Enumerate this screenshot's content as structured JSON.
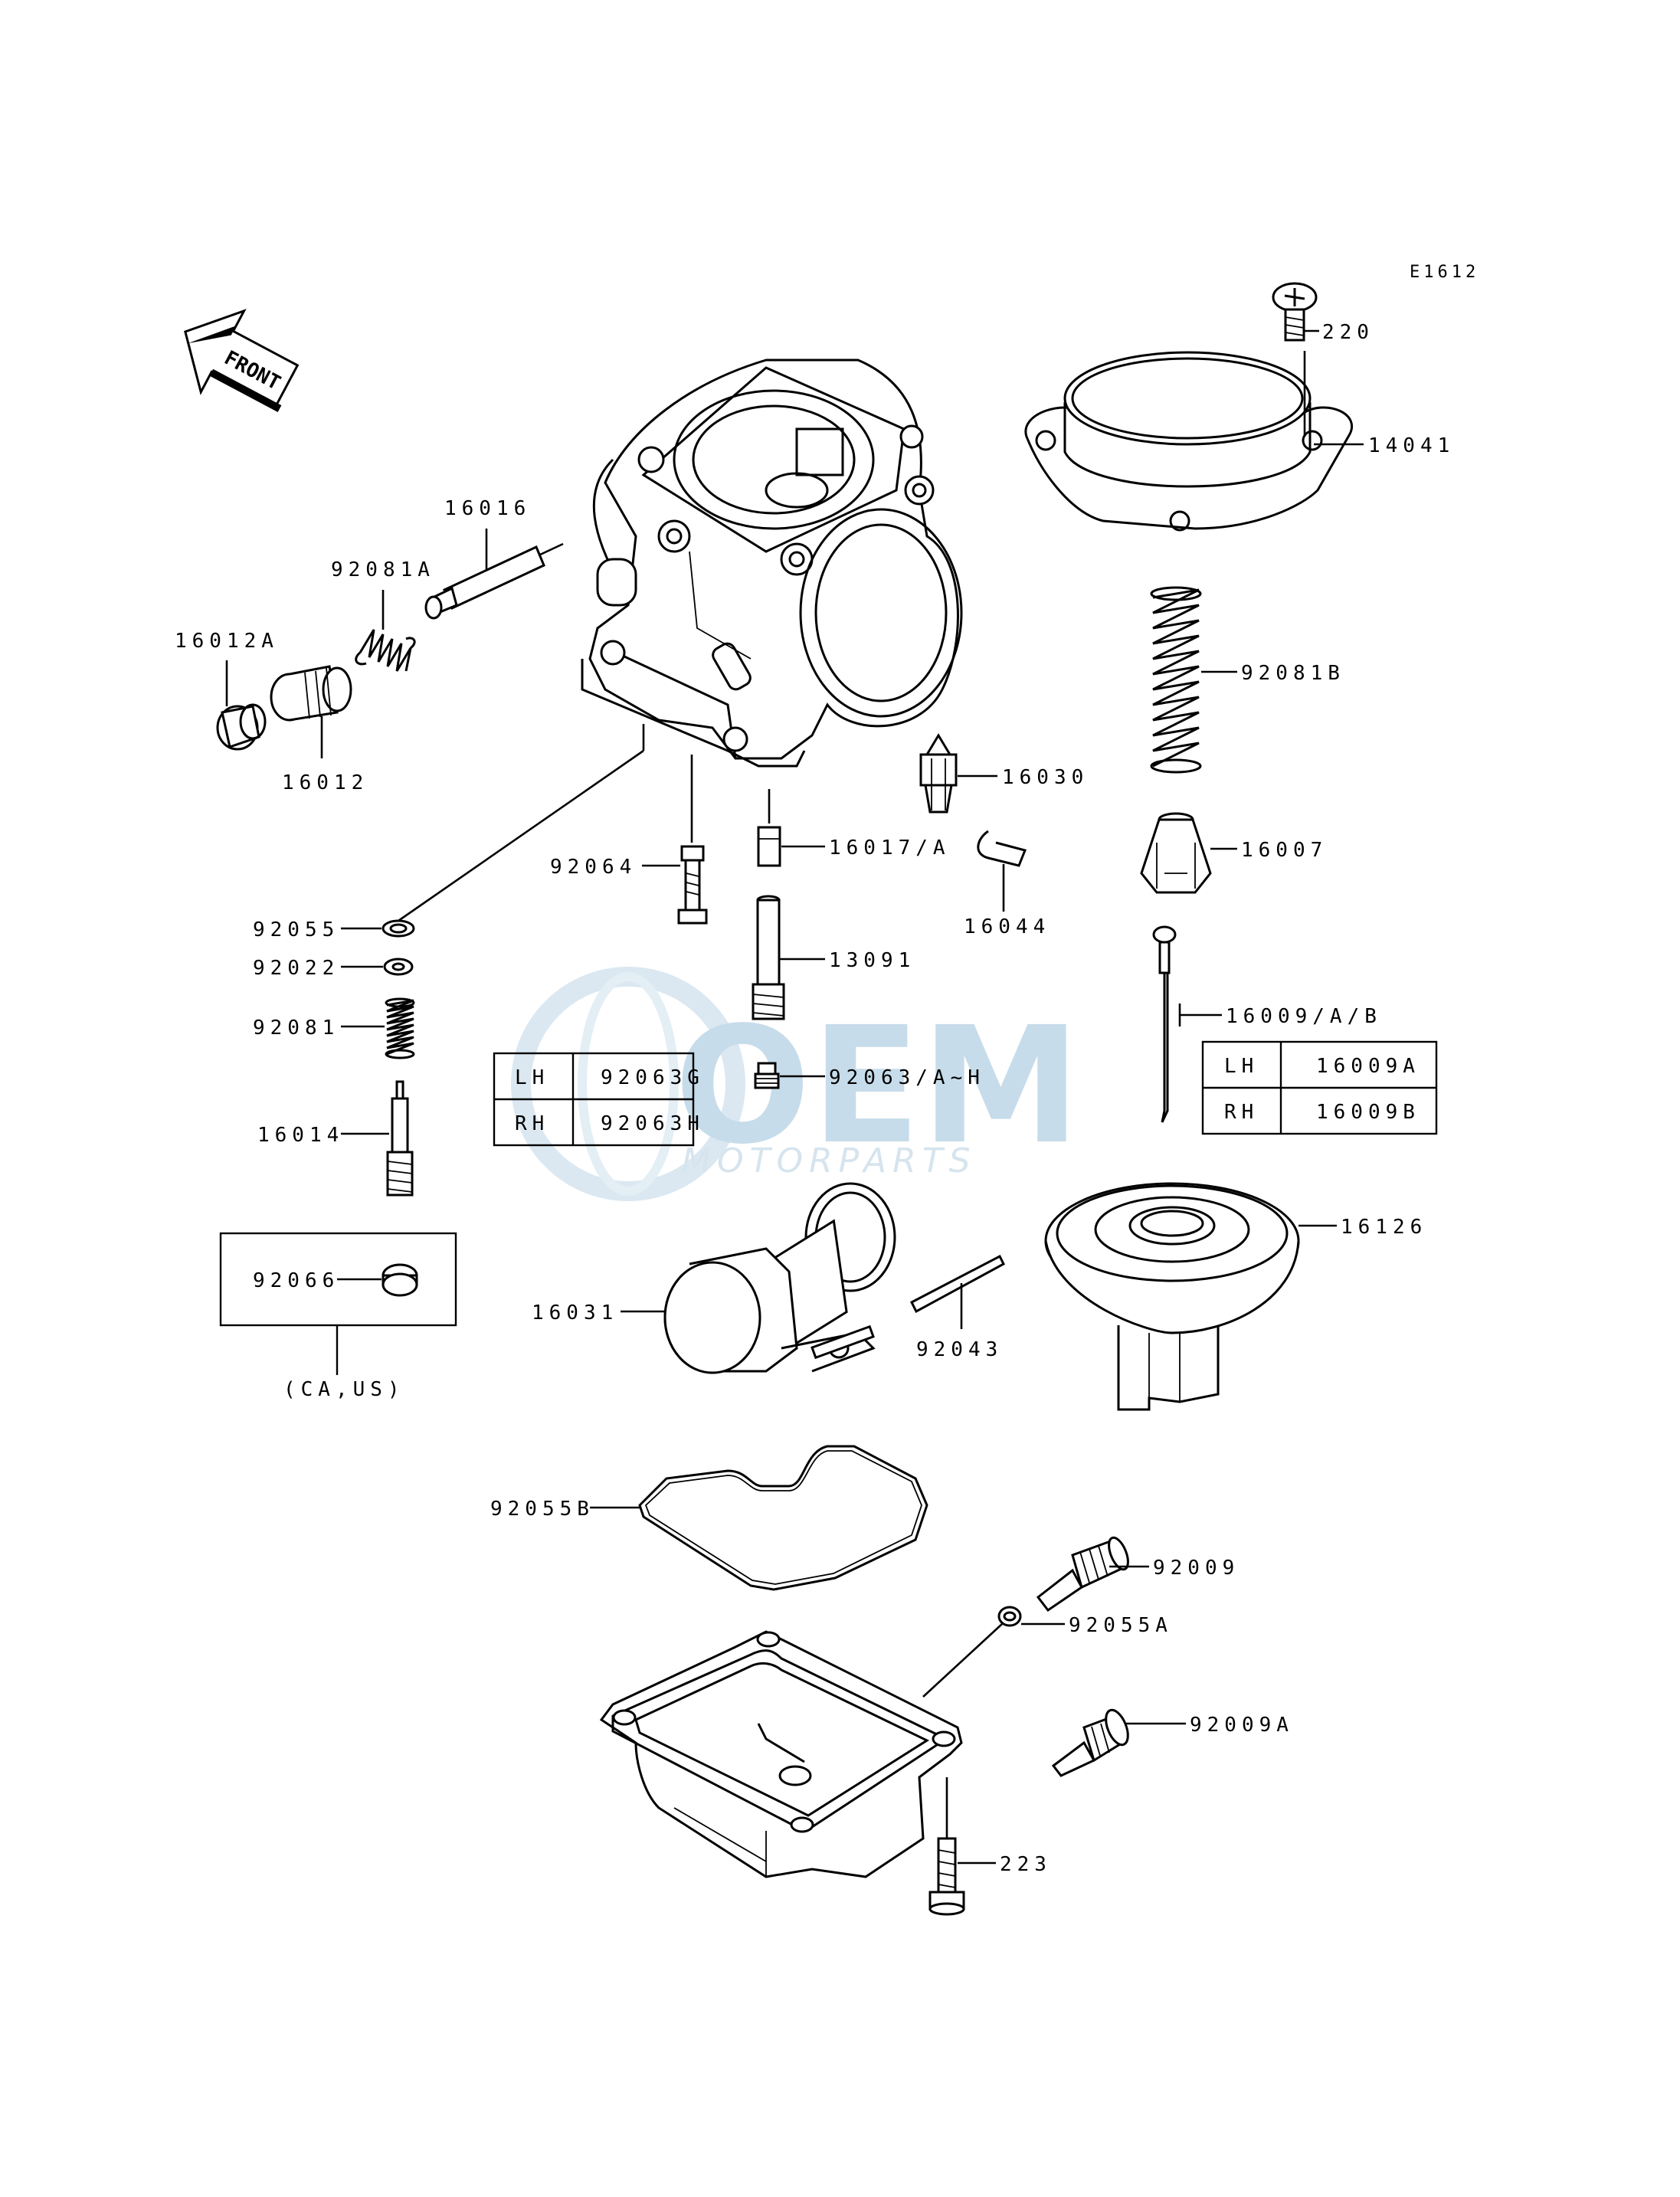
{
  "diagram_code": "E1612",
  "front_label": "FRONT",
  "watermark": {
    "brand": "OEM",
    "sub": "MOTORPARTS"
  },
  "callouts": {
    "c220": "220",
    "c14041": "14041",
    "c16016": "16016",
    "c92081a": "92081A",
    "c16012a": "16012A",
    "c16012": "16012",
    "c92081b": "92081B",
    "c16030": "16030",
    "c16017a": "16017/A",
    "c92064": "92064",
    "c16007": "16007",
    "c16044": "16044",
    "c92055": "92055",
    "c92022": "92022",
    "c13091": "13091",
    "c16009ab": "16009/A/B",
    "c92081": "92081",
    "c92063ah": "92063/A~H",
    "c16014": "16014",
    "c92066": "92066",
    "c_ca_us": "(CA,US)",
    "c16126": "16126",
    "c16031": "16031",
    "c92043": "92043",
    "c92055b": "92055B",
    "c92009": "92009",
    "c92055a": "92055A",
    "c92009a": "92009A",
    "c223": "223"
  },
  "tables": {
    "jet": [
      {
        "side": "LH",
        "part": "92063G"
      },
      {
        "side": "RH",
        "part": "92063H"
      }
    ],
    "needle": [
      {
        "side": "LH",
        "part": "16009A"
      },
      {
        "side": "RH",
        "part": "16009B"
      }
    ]
  }
}
